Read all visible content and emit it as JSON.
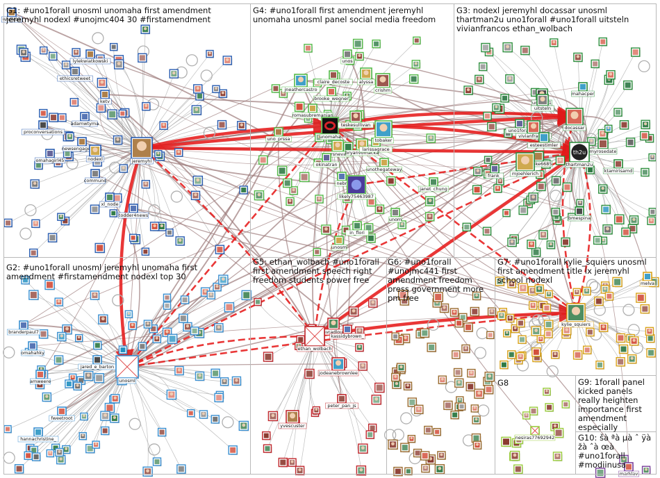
{
  "groups": [
    {
      "id": "G1",
      "label": "G1: #uno1forall unosml unomaha first amendment jeremyhl nodexl #unojmc404 30 #firstamendment",
      "color": "#2a5db0"
    },
    {
      "id": "G2",
      "label": "G2: #uno1forall unosml jeremyhl unomaha first amendment #firstamendment nodexl top 30",
      "color": "#3a8fd0"
    },
    {
      "id": "G3",
      "label": "G3: nodexl jeremyhl docassar unosml thartman2u uno1forall #uno1forall uitsteln vivianfrancos ethan_wolbach",
      "color": "#2f8f3f"
    },
    {
      "id": "G4",
      "label": "G4: #uno1forall first amendment jeremyhl unomaha unosml panel social media freedom",
      "color": "#54b948"
    },
    {
      "id": "G5",
      "label": "G5: ethan_wolbach #uno1forall first amendment speech right freedom students power free",
      "color": "#c0282d"
    },
    {
      "id": "G6",
      "label": "G6: #uno1forall #unojmc441 first amendment freedom press government more pm free",
      "color": "#9a6b2f"
    },
    {
      "id": "G7",
      "label": "G7: #uno1forall kylie_squiers unosml first amendment title ix jeremyhl school nodexl",
      "color": "#d9a21a"
    },
    {
      "id": "G8",
      "label": "G8",
      "color": "#9acb3c"
    },
    {
      "id": "G9",
      "label": "G9: 1forall panel kicked panels really heighten importance first amendment especially",
      "color": "#7a3f9a"
    },
    {
      "id": "G10",
      "label": "G10: šà ªà µà ˆ ÿà žà ˆà œà #uno1forall #modiinusa",
      "color": "#7a3f9a"
    }
  ],
  "nodes": [
    {
      "id": "wholeas",
      "label": "wholeas",
      "group": "G1"
    },
    {
      "id": "lylekwiatkowski",
      "label": "lylekwiatkowski",
      "group": "G1"
    },
    {
      "id": "ethicsretweet",
      "label": "ethicsretweet",
      "group": "G1"
    },
    {
      "id": "ketv",
      "label": "ketv",
      "group": "G1"
    },
    {
      "id": "adamwtyma",
      "label": "adamwtyma",
      "group": "G1"
    },
    {
      "id": "proconversations",
      "label": "proconversations",
      "group": "G1"
    },
    {
      "id": "newsengagement",
      "label": "newsengagement",
      "group": "G1"
    },
    {
      "id": "omahagirl45",
      "label": "omahagirl45",
      "group": "G1"
    },
    {
      "id": "nodexl",
      "label": "nodexl",
      "group": "G1"
    },
    {
      "id": "jeremyhl",
      "label": "jeremyhl",
      "group": "G1"
    },
    {
      "id": "communo",
      "label": "communo",
      "group": "G1"
    },
    {
      "id": "xl_node",
      "label": "xl_node",
      "group": "G1"
    },
    {
      "id": "todder4news",
      "label": "todder4news",
      "group": "G1"
    },
    {
      "id": "jneathercastro",
      "label": "jneathercastro",
      "group": "G4"
    },
    {
      "id": "claire_decoste",
      "label": "claire_decoste",
      "group": "G4"
    },
    {
      "id": "brooke_wegner",
      "label": "brooke_wegner",
      "group": "G4"
    },
    {
      "id": "romasubremanian",
      "label": "romasubremanian",
      "group": "G4"
    },
    {
      "id": "unos",
      "label": "unos",
      "group": "G4"
    },
    {
      "id": "alyssa",
      "label": "alyssa",
      "group": "G4"
    },
    {
      "id": "crishm",
      "label": "crishm",
      "group": "G4"
    },
    {
      "id": "uno_prssa",
      "label": "uno_prssa",
      "group": "G4"
    },
    {
      "id": "unomaha",
      "label": "unomaha",
      "group": "G4"
    },
    {
      "id": "teskesullivan",
      "label": "teskesullivan",
      "group": "G4"
    },
    {
      "id": "marsnevada",
      "label": "marsnevada",
      "group": "G4"
    },
    {
      "id": "bryanvomacka",
      "label": "bryanvomacka",
      "group": "G4"
    },
    {
      "id": "larissagrace",
      "label": "larissagrace",
      "group": "G4"
    },
    {
      "id": "okinatran",
      "label": "okinatran",
      "group": "G4"
    },
    {
      "id": "tobaker",
      "label": "tobaker",
      "group": "G4"
    },
    {
      "id": "unothegateway",
      "label": "unothegateway",
      "group": "G4"
    },
    {
      "id": "nebr",
      "label": "nebr",
      "group": "G4"
    },
    {
      "id": "likely75463987",
      "label": "likely75463987",
      "group": "G4"
    },
    {
      "id": "janet_chung",
      "label": "janet_chung",
      "group": "G4"
    },
    {
      "id": "in_flori",
      "label": "in_flori",
      "group": "G4"
    },
    {
      "id": "unom",
      "label": "unom",
      "group": "G4"
    },
    {
      "id": "unosm",
      "label": "unosm",
      "group": "G4"
    },
    {
      "id": "mahacper",
      "label": "mahacper",
      "group": "G3"
    },
    {
      "id": "unosml1",
      "label": "unosml1",
      "group": "G3"
    },
    {
      "id": "uitsteln",
      "label": "uitsteln",
      "group": "G3"
    },
    {
      "id": "uno1forall",
      "label": "uno1forall",
      "group": "G3"
    },
    {
      "id": "vivianfrancos",
      "label": "vivianfrancos",
      "group": "G3"
    },
    {
      "id": "docassar",
      "label": "docassar",
      "group": "G3"
    },
    {
      "id": "esteestimler",
      "label": "esteestimler",
      "group": "G3"
    },
    {
      "id": "myrosedate",
      "label": "myrosedate",
      "group": "G3"
    },
    {
      "id": "ccooke6685",
      "label": "ccooke6685",
      "group": "G3"
    },
    {
      "id": "mjoehlerich",
      "label": "mjoehlerich",
      "group": "G3"
    },
    {
      "id": "frank_",
      "label": "frank_",
      "group": "G3"
    },
    {
      "id": "thartman2u",
      "label": "thartman2u",
      "group": "G3"
    },
    {
      "id": "ktamirisamd",
      "label": "ktamirisamd",
      "group": "G3"
    },
    {
      "id": "bmespina",
      "label": "bmespina",
      "group": "G3"
    },
    {
      "id": "branderpaul7",
      "label": "branderpaul7",
      "group": "G2"
    },
    {
      "id": "omahahky",
      "label": "omahahky",
      "group": "G2"
    },
    {
      "id": "jared_e_barton",
      "label": "jared_e_barton",
      "group": "G2"
    },
    {
      "id": "amweere",
      "label": "amweere",
      "group": "G2"
    },
    {
      "id": "unosml",
      "label": "unosml",
      "group": "G2"
    },
    {
      "id": "fweetroot",
      "label": "fweetroot",
      "group": "G2"
    },
    {
      "id": "hannachristine_",
      "label": "hannachristine_",
      "group": "G2"
    },
    {
      "id": "mavradlouno",
      "label": "mavradlouno",
      "group": "G5"
    },
    {
      "id": "kassidybrown_",
      "label": "kassidybrown_",
      "group": "G5"
    },
    {
      "id": "ethan_wolbach",
      "label": "ethan_wolbach",
      "group": "G5"
    },
    {
      "id": "jodeanebrownlee",
      "label": "jodeanebrownlee",
      "group": "G5"
    },
    {
      "id": "peter_pan_js",
      "label": "peter_pan_js",
      "group": "G5"
    },
    {
      "id": "yvescuster",
      "label": "yvescuster",
      "group": "G5"
    },
    {
      "id": "kylie_squiers",
      "label": "kylie_squiers",
      "group": "G7"
    },
    {
      "id": "melva",
      "label": "melva",
      "group": "G7"
    },
    {
      "id": "nesiras77692942",
      "label": "nesiras77692942",
      "group": "G8"
    },
    {
      "id": "marklav",
      "label": "marklav",
      "group": "G10"
    }
  ],
  "edges": [
    {
      "from": "jeremyhl",
      "to": "unosml",
      "style": "heavy"
    },
    {
      "from": "jeremyhl",
      "to": "unomaha",
      "style": "heavy"
    },
    {
      "from": "jeremyhl",
      "to": "thartman2u",
      "style": "heavy"
    },
    {
      "from": "jeremyhl",
      "to": "docassar",
      "style": "heavy"
    },
    {
      "from": "unomaha",
      "to": "thartman2u",
      "style": "heavy"
    },
    {
      "from": "unomaha",
      "to": "docassar",
      "style": "heavy"
    },
    {
      "from": "ethan_wolbach",
      "to": "kylie_squiers",
      "style": "heavy"
    },
    {
      "from": "ethan_wolbach",
      "to": "thartman2u",
      "style": "heavy"
    },
    {
      "from": "unosml",
      "to": "kylie_squiers",
      "style": "medium"
    },
    {
      "from": "unosml",
      "to": "thartman2u",
      "style": "medium"
    },
    {
      "from": "unosml",
      "to": "ethan_wolbach",
      "style": "medium"
    },
    {
      "from": "likely75463987",
      "to": "ethan_wolbach",
      "style": "medium"
    },
    {
      "from": "unomaha",
      "to": "unosml",
      "style": "medium"
    },
    {
      "from": "jeremyhl",
      "to": "ethan_wolbach",
      "style": "medium"
    },
    {
      "from": "thartman2u",
      "to": "kylie_squiers",
      "style": "medium"
    },
    {
      "from": "docassar",
      "to": "kylie_squiers",
      "style": "medium"
    },
    {
      "from": "unomaha",
      "to": "kylie_squiers",
      "style": "medium"
    },
    {
      "from": "likely75463987",
      "to": "thartman2u",
      "style": "medium"
    }
  ]
}
